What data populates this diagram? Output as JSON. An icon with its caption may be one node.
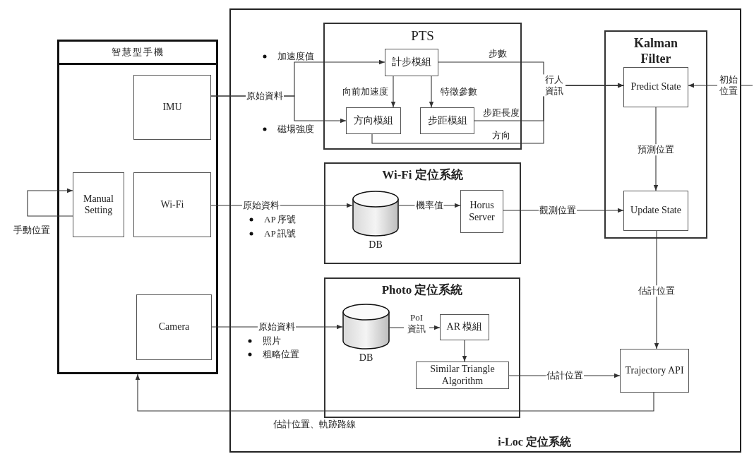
{
  "diagram": {
    "nodes": [
      {
        "text": [
          "智慧型手機"
        ]
      },
      {
        "text": [
          "IMU"
        ],
        "in": 0
      },
      {
        "text": [
          "Manual Setting"
        ],
        "in": 0
      },
      {
        "text": [
          "Wi-Fi"
        ],
        "in": 0
      },
      {
        "text": [
          "Camera"
        ],
        "in": 0
      },
      {
        "text": [
          "i-Loc 定位系統"
        ]
      },
      {
        "text": [
          "PTS"
        ],
        "in": 5
      },
      {
        "text": [
          "計步模組"
        ],
        "in": 6
      },
      {
        "text": [
          "方向模組"
        ],
        "in": 6
      },
      {
        "text": [
          "步距模組"
        ],
        "in": 6
      },
      {
        "text": [
          "Kalman Filter"
        ],
        "in": 5
      },
      {
        "text": [
          "Predict State"
        ],
        "in": 10
      },
      {
        "text": [
          "Update State"
        ],
        "in": 10
      },
      {
        "text": [
          "Wi-Fi 定位系統"
        ],
        "in": 5
      },
      {
        "text": [
          "DB"
        ],
        "in": 13
      },
      {
        "text": [
          "Horus Server"
        ],
        "in": 13
      },
      {
        "text": [
          "Photo 定位系統"
        ],
        "in": 5
      },
      {
        "text": [
          "DB"
        ],
        "in": 16
      },
      {
        "text": [
          "AR 模組"
        ],
        "in": 16
      },
      {
        "text": [
          "Similar Triangle Algorithm"
        ],
        "in": 16
      },
      {
        "text": [
          "Trajectory API"
        ],
        "in": 5
      }
    ],
    "edges": [
      {
        "from": 1,
        "to": 7,
        "arrow": "to",
        "label": "原始資料"
      },
      {
        "from": 1,
        "to": 8,
        "arrow": "to"
      },
      {
        "from": 7,
        "to": 8,
        "arrow": "to",
        "label": "向前加速度"
      },
      {
        "from": 7,
        "to": 9,
        "arrow": "to",
        "label": "特徵參數"
      },
      {
        "from": 7,
        "to": 11,
        "arrow": "to",
        "label": "步數"
      },
      {
        "from": 9,
        "to": 11,
        "arrow": "to",
        "label": "步距長度"
      },
      {
        "from": 8,
        "to": 11,
        "arrow": "to",
        "label": "方向"
      },
      {
        "from": 11,
        "to": 12,
        "arrow": "to",
        "label": "預測位置"
      },
      {
        "from": 3,
        "to": 14,
        "arrow": "to",
        "label": "原始資料"
      },
      {
        "from": 14,
        "to": 15,
        "arrow": "to",
        "label": "機率值"
      },
      {
        "from": 15,
        "to": 12,
        "arrow": "to",
        "label": "觀測位置"
      },
      {
        "from": 4,
        "to": 17,
        "arrow": "to",
        "label": "原始資料"
      },
      {
        "from": 17,
        "to": 18,
        "arrow": "to",
        "label": "PoI 資訊"
      },
      {
        "from": 18,
        "to": 19,
        "arrow": "to"
      },
      {
        "from": 19,
        "to": 20,
        "arrow": "to",
        "label": "估計位置"
      },
      {
        "from": 12,
        "to": 20,
        "arrow": "to",
        "label": "估計位置"
      },
      {
        "from": 20,
        "to": 0,
        "arrow": "to",
        "label": "估計位置、軌跡路線"
      },
      {
        "from": 2,
        "to": 2,
        "arrow": "to",
        "label": "手動位置"
      },
      {
        "from": null,
        "to": 11,
        "arrow": "to",
        "label": "初始位置"
      }
    ],
    "labels": [
      "加速度值",
      "磁場強度",
      "行人資訊",
      "AP 序號",
      "AP 訊號",
      "照片",
      "粗略位置"
    ]
  }
}
